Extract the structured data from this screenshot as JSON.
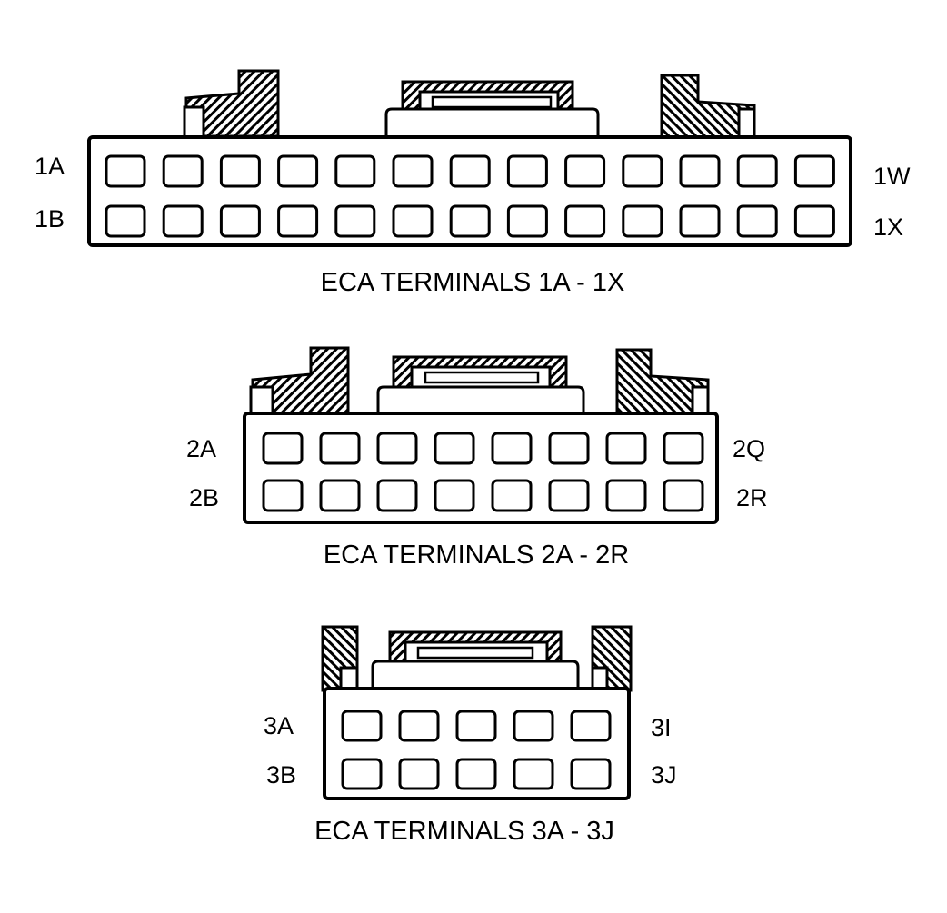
{
  "connectors": [
    {
      "id": "connector-1",
      "caption": "ECA TERMINALS 1A - 1X",
      "pins_per_row": 13,
      "rows": 2,
      "labels": {
        "top_left": "1A",
        "bottom_left": "1B",
        "top_right": "1W",
        "bottom_right": "1X"
      }
    },
    {
      "id": "connector-2",
      "caption": "ECA TERMINALS 2A - 2R",
      "pins_per_row": 8,
      "rows": 2,
      "labels": {
        "top_left": "2A",
        "bottom_left": "2B",
        "top_right": "2Q",
        "bottom_right": "2R"
      }
    },
    {
      "id": "connector-3",
      "caption": "ECA TERMINALS 3A - 3J",
      "pins_per_row": 5,
      "rows": 2,
      "labels": {
        "top_left": "3A",
        "bottom_left": "3B",
        "top_right": "3I",
        "bottom_right": "3J"
      }
    }
  ]
}
